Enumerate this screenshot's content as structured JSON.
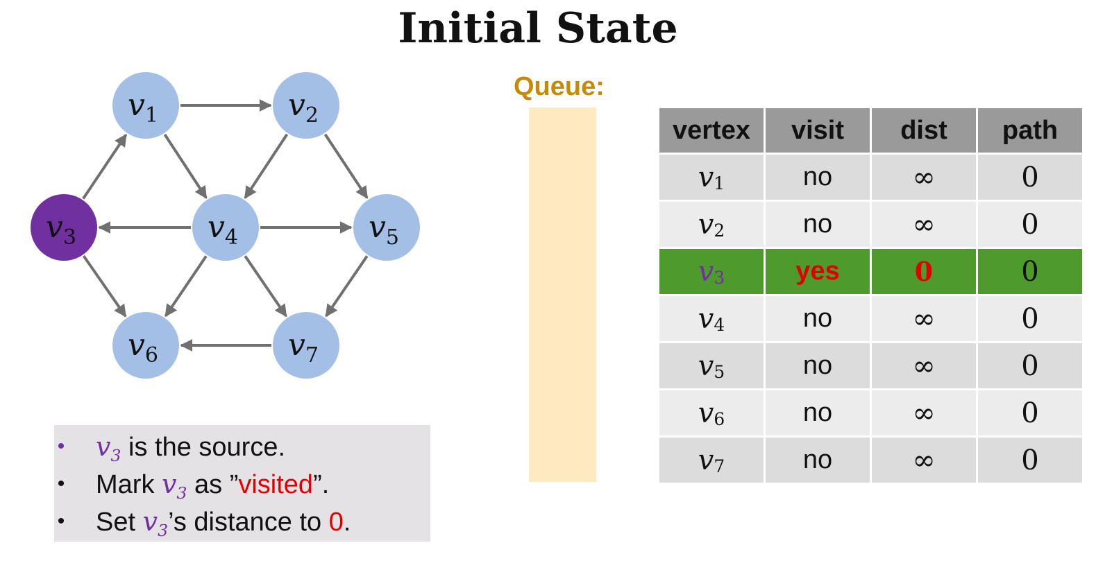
{
  "title": "Initial State",
  "graph": {
    "vertices": [
      {
        "id": "v1",
        "base": "v",
        "sub": "1",
        "state": "default"
      },
      {
        "id": "v2",
        "base": "v",
        "sub": "2",
        "state": "default"
      },
      {
        "id": "v3",
        "base": "v",
        "sub": "3",
        "state": "source"
      },
      {
        "id": "v4",
        "base": "v",
        "sub": "4",
        "state": "default"
      },
      {
        "id": "v5",
        "base": "v",
        "sub": "5",
        "state": "default"
      },
      {
        "id": "v6",
        "base": "v",
        "sub": "6",
        "state": "default"
      },
      {
        "id": "v7",
        "base": "v",
        "sub": "7",
        "state": "default"
      }
    ],
    "edges": [
      [
        "v1",
        "v2"
      ],
      [
        "v1",
        "v4"
      ],
      [
        "v2",
        "v4"
      ],
      [
        "v2",
        "v5"
      ],
      [
        "v3",
        "v1"
      ],
      [
        "v3",
        "v6"
      ],
      [
        "v4",
        "v3"
      ],
      [
        "v4",
        "v5"
      ],
      [
        "v4",
        "v6"
      ],
      [
        "v4",
        "v7"
      ],
      [
        "v5",
        "v7"
      ],
      [
        "v7",
        "v6"
      ]
    ],
    "colors": {
      "default": "#a4bfe6",
      "source": "#7030a0",
      "edge": "#707070"
    }
  },
  "notes": {
    "items": [
      {
        "var": "v",
        "sub": "3",
        "text": " is the source."
      },
      {
        "pre": "Mark ",
        "var": "v",
        "sub": "3",
        "mid": " as ”",
        "highlight": "visited",
        "post": "”."
      },
      {
        "pre": "Set ",
        "var": "v",
        "sub": "3",
        "mid": "’s distance to ",
        "highlight": "0",
        "post": "."
      }
    ]
  },
  "queue": {
    "label": "Queue:",
    "items": []
  },
  "table": {
    "headers": [
      "vertex",
      "visit",
      "dist",
      "path"
    ],
    "rows": [
      {
        "vertex": "v",
        "sub": "1",
        "visit": "no",
        "dist": "∞",
        "path": "0",
        "highlight": false
      },
      {
        "vertex": "v",
        "sub": "2",
        "visit": "no",
        "dist": "∞",
        "path": "0",
        "highlight": false
      },
      {
        "vertex": "v",
        "sub": "3",
        "visit": "yes",
        "dist": "0",
        "path": "0",
        "highlight": true
      },
      {
        "vertex": "v",
        "sub": "4",
        "visit": "no",
        "dist": "∞",
        "path": "0",
        "highlight": false
      },
      {
        "vertex": "v",
        "sub": "5",
        "visit": "no",
        "dist": "∞",
        "path": "0",
        "highlight": false
      },
      {
        "vertex": "v",
        "sub": "6",
        "visit": "no",
        "dist": "∞",
        "path": "0",
        "highlight": false
      },
      {
        "vertex": "v",
        "sub": "7",
        "visit": "no",
        "dist": "∞",
        "path": "0",
        "highlight": false
      }
    ]
  }
}
